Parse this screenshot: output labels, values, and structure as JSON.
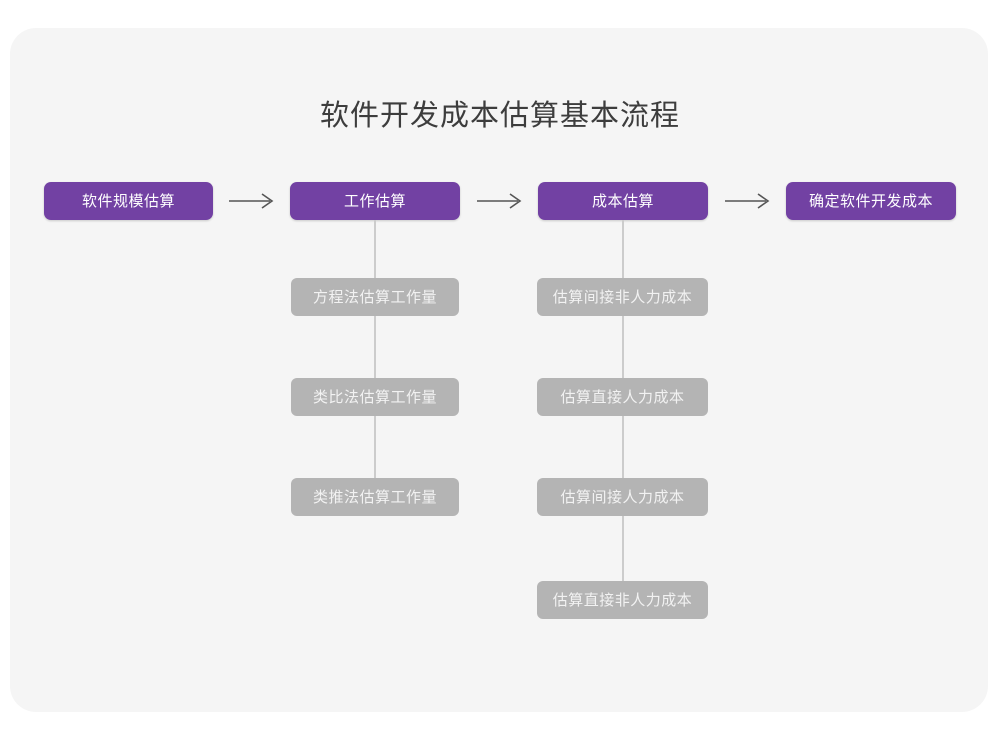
{
  "diagram": {
    "title": "软件开发成本估算基本流程",
    "colors": {
      "page_background": "#ffffff",
      "card_background": "#f5f5f5",
      "primary_node": "#7241A3",
      "primary_text": "#ffffff",
      "secondary_node": "#b4b4b4",
      "secondary_text": "#f2f2f2",
      "connector": "#cccccc",
      "arrow": "#555555",
      "title_text": "#3d3d3d"
    },
    "main_flow": [
      {
        "label": "软件规模估算"
      },
      {
        "label": "工作估算"
      },
      {
        "label": "成本估算"
      },
      {
        "label": "确定软件开发成本"
      }
    ],
    "arrows": [
      {
        "name": "arrow-1",
        "glyph": "→"
      },
      {
        "name": "arrow-2",
        "glyph": "→"
      },
      {
        "name": "arrow-3",
        "glyph": "→"
      }
    ],
    "branches": [
      {
        "parent": "工作估算",
        "items": [
          {
            "label": "方程法估算工作量"
          },
          {
            "label": "类比法估算工作量"
          },
          {
            "label": "类推法估算工作量"
          }
        ]
      },
      {
        "parent": "成本估算",
        "items": [
          {
            "label": "估算间接非人力成本"
          },
          {
            "label": "估算直接人力成本"
          },
          {
            "label": "估算间接人力成本"
          },
          {
            "label": "估算直接非人力成本"
          }
        ]
      }
    ]
  }
}
